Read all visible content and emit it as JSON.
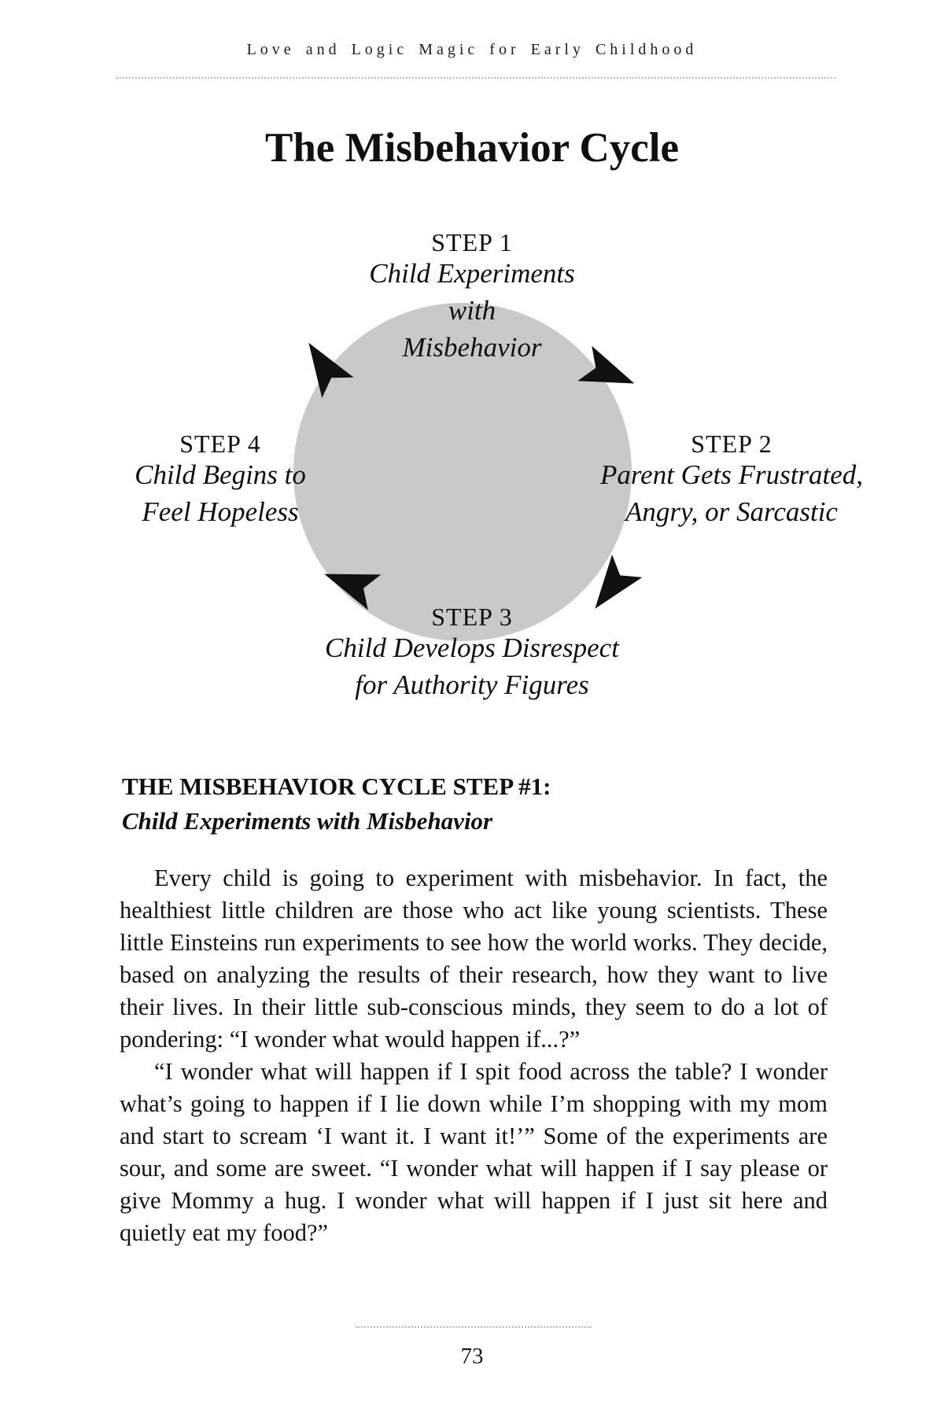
{
  "page": {
    "running_head": "Love and Logic Magic for Early Childhood",
    "title": "The Misbehavior Cycle",
    "page_number": "73"
  },
  "diagram": {
    "circle_color": "#c9c9c9",
    "arrow_color": "#111111",
    "steps": [
      {
        "label": "STEP 1",
        "lines": [
          "Child Experiments",
          "with",
          "Misbehavior"
        ]
      },
      {
        "label": "STEP 2",
        "lines": [
          "Parent Gets Frustrated,",
          "Angry, or Sarcastic"
        ]
      },
      {
        "label": "STEP 3",
        "lines": [
          "Child Develops Disrespect",
          "for Authority Figures"
        ]
      },
      {
        "label": "STEP 4",
        "lines": [
          "Child Begins to",
          "Feel Hopeless"
        ]
      }
    ]
  },
  "section": {
    "heading": "THE MISBEHAVIOR CYCLE STEP #1:",
    "subheading": "Child Experiments with Misbehavior",
    "paragraphs": [
      "Every child is going to experiment with misbehavior. In fact, the healthiest little children are those who act like young scientists. These little Einsteins run experiments to see how the world works. They decide, based on analyzing the results of their research, how they want to live their lives. In their little sub-conscious minds, they seem to do a lot of pondering: “I wonder what would happen if...?”",
      "“I wonder what will happen if I spit food across the table? I wonder what’s going to happen if I lie down while I’m shopping with my mom and start to scream ‘I want it. I want it!’” Some of the experiments are sour, and some are sweet. “I wonder what will happen if I say please or give Mommy a hug. I wonder what will happen if I just sit here and quietly eat my food?”"
    ]
  }
}
